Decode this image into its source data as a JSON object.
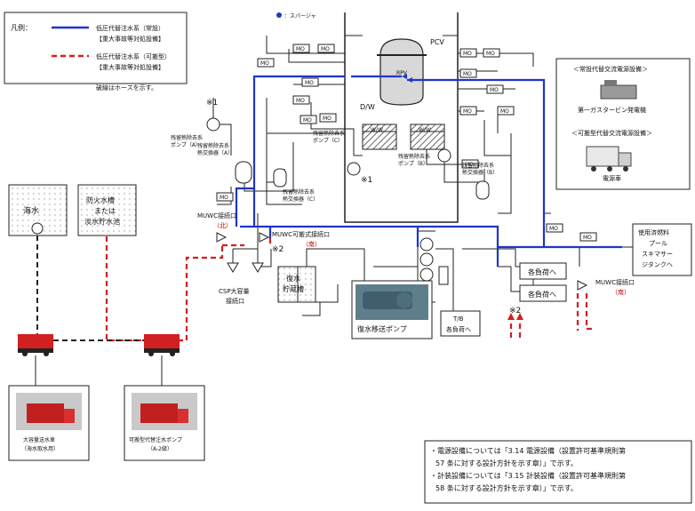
{
  "legend": {
    "prefix": "凡例：",
    "blue_line_1": "低圧代替注水系（常設）",
    "blue_line_2": "【重大事故等対処設備】",
    "red_line_1": "低圧代替注水系（可搬型）",
    "red_line_2": "【重大事故等対処設備】",
    "hose_note": "破線はホースを示す。"
  },
  "sparger_label": "：スパージャ",
  "pcv_label": "PCV",
  "rpv_label": "RPV",
  "dw_label": "D/W",
  "ww_label": "W/W",
  "mo_label": "MO",
  "note1_a": "※1",
  "note1_b": "※1",
  "note2_a": "※2",
  "note2_b": "※2",
  "rhr_pump_a": [
    "残留熱除去系",
    "ポンプ（A）"
  ],
  "rhr_hx_a": [
    "残留熱除去系",
    "熱交換器（A）"
  ],
  "rhr_pump_c": [
    "残留熱除去系",
    "ポンプ（C）"
  ],
  "rhr_hx_c": [
    "残留熱除去系",
    "熱交換器（C）"
  ],
  "rhr_pump_b": [
    "残留熱除去系",
    "ポンプ（B）"
  ],
  "rhr_hx_b": [
    "残留熱除去系",
    "熱交換器（B）"
  ],
  "sea_water": "海水",
  "fire_tank": [
    "防火水槽",
    "または",
    "淡水貯水池"
  ],
  "muwc_north": [
    "MUWC接続口",
    "（北）"
  ],
  "muwc_portable": [
    "MUWC可搬式接続口",
    "（南）"
  ],
  "muwc_south": [
    "MUWC接続口",
    "（南）"
  ],
  "csp_conn": [
    "CSP大容量",
    "接続口"
  ],
  "condensate_tank": [
    "復水",
    "貯蔵槽"
  ],
  "pump_photo_label": "復水移送ポンプ",
  "load_1": "各負荷へ",
  "load_2": "各負荷へ",
  "tb_load": [
    "T/B",
    "各負荷へ"
  ],
  "pool": [
    "使用済燃料",
    "プール",
    "スキマサー",
    "ジタンクへ"
  ],
  "ac_power_box": {
    "title": "＜常設代替交流電源設備＞",
    "item": "第一ガスタービン発電機",
    "title2": "＜可搬型代替交流電源設備＞",
    "item2": "電源車"
  },
  "truck_big_label": [
    "大容量送水車",
    "（海水取水用）"
  ],
  "truck_pump_label": [
    "可搬型代替注水ポンプ",
    "（A-2級）"
  ],
  "notes": [
    "・電源設備については「3.14 電源設備（設置許可基準規則第",
    "57 条に対する設計方針を示す章）」で示す。",
    "・計装設備については「3.15 計装設備（設置許可基準規則第",
    "58 条に対する設計方針を示す章）」で示す。"
  ],
  "colors": {
    "permanent": "#1f35c9",
    "portable": "#d21f1f",
    "line": "#222222"
  }
}
